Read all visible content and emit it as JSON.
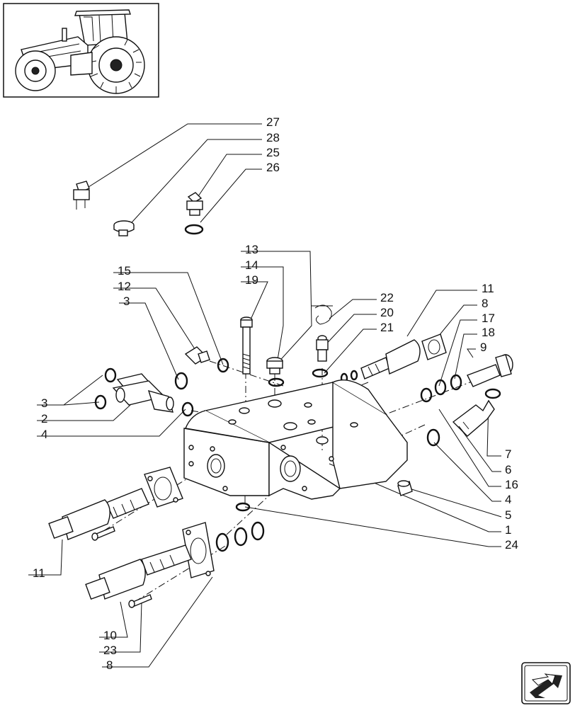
{
  "diagram": {
    "thumbnail": {
      "icon": "tractor-thumbnail-icon"
    },
    "nav": {
      "icon": "next-page-arrow-icon"
    },
    "callouts": {
      "c27": "27",
      "c28": "28",
      "c25": "25",
      "c26": "26",
      "c13": "13",
      "c14": "14",
      "c19": "19",
      "c15": "15",
      "c12": "12",
      "c3a": "3",
      "c22": "22",
      "c20": "20",
      "c21": "21",
      "c11a": "11",
      "c8a": "8",
      "c17": "17",
      "c18": "18",
      "c9": "9",
      "c3b": "3",
      "c2": "2",
      "c4a": "4",
      "c7": "7",
      "c6": "6",
      "c16": "16",
      "c4b": "4",
      "c5": "5",
      "c1": "1",
      "c24": "24",
      "c11b": "11",
      "c10": "10",
      "c23": "23",
      "c8b": "8"
    }
  }
}
